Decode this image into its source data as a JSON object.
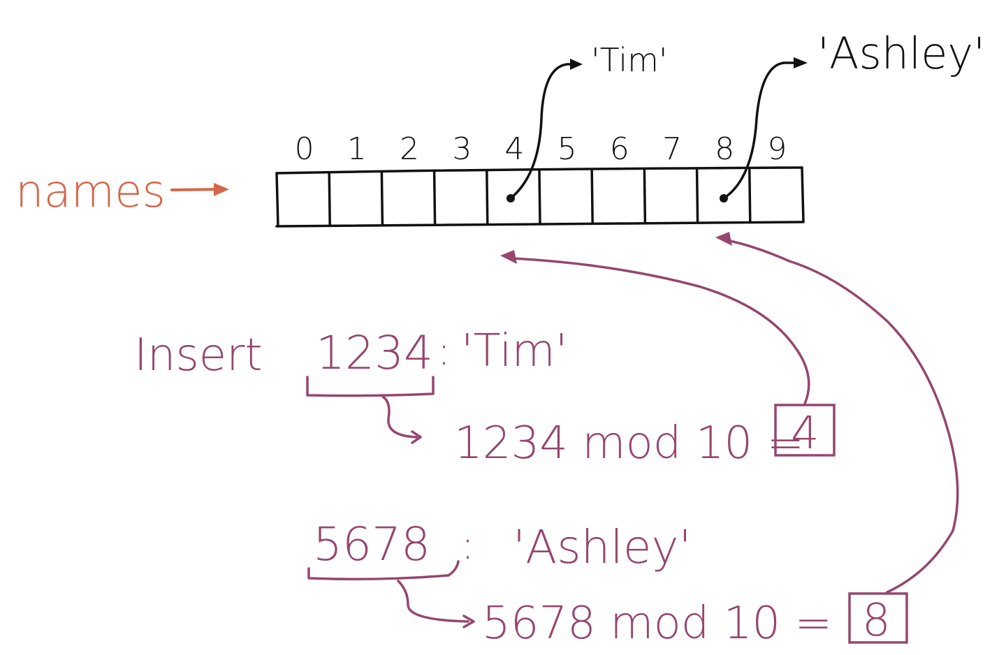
{
  "array": {
    "label": "names",
    "indices": [
      "0",
      "1",
      "2",
      "3",
      "4",
      "5",
      "6",
      "7",
      "8",
      "9"
    ],
    "pointer_slots": [
      4,
      8
    ]
  },
  "targets": {
    "tim": "'Tim'",
    "ashley": "'Ashley'"
  },
  "insert_word": "Insert",
  "entries": [
    {
      "key": "1234",
      "colon": ":",
      "value": "'Tim'",
      "formula": "1234 mod 10 =",
      "result": "4"
    },
    {
      "key": "5678",
      "colon": ":",
      "value": "'Ashley'",
      "formula": "5678 mod 10 =",
      "result": "8"
    }
  ],
  "colors": {
    "array_ink": "#111111",
    "label_ink": "#d4674a",
    "hash_ink": "#96466e"
  }
}
